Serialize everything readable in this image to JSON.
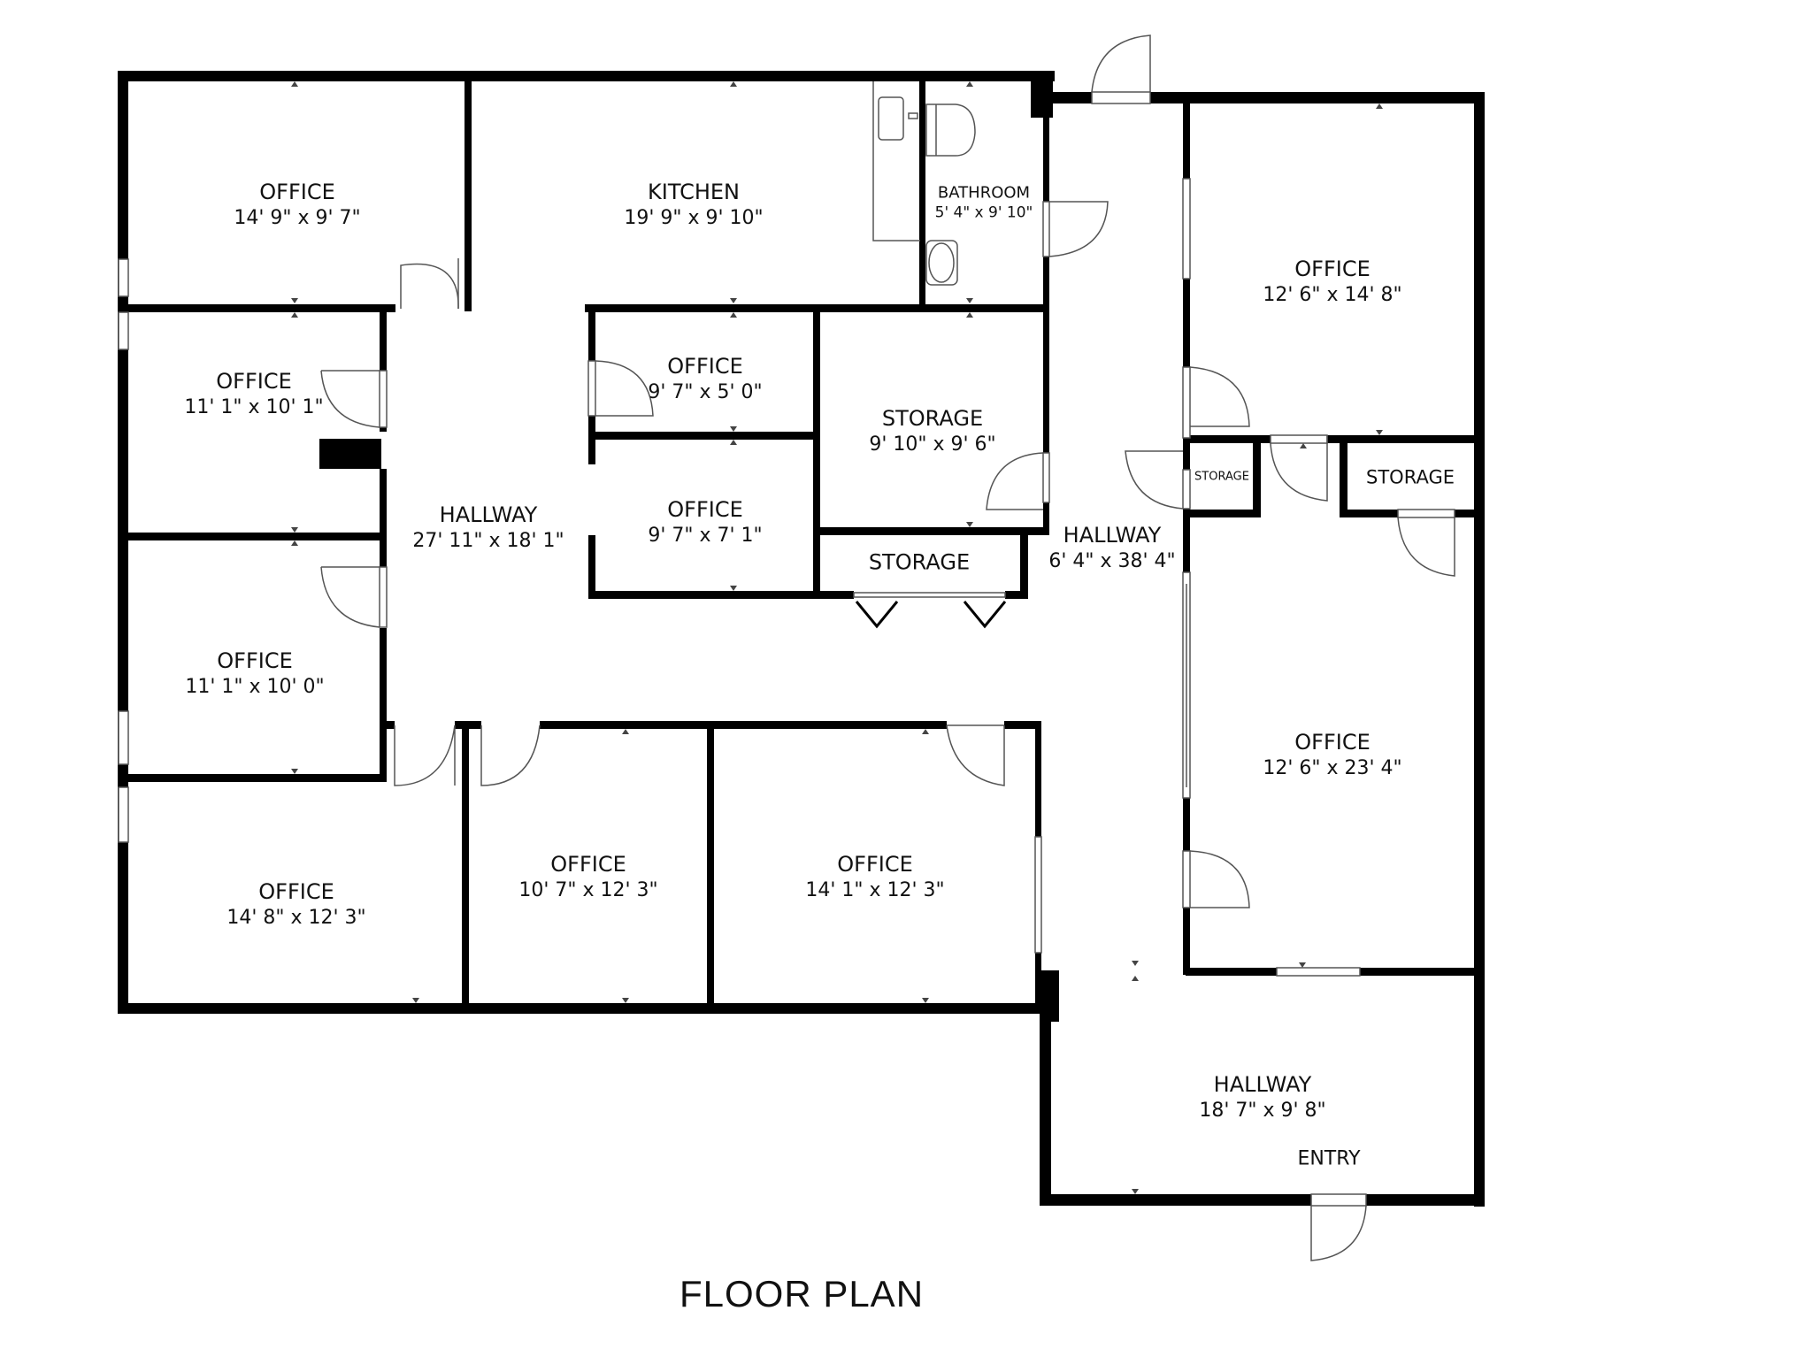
{
  "title": "FLOOR PLAN",
  "rooms": [
    {
      "name": "OFFICE",
      "dims": "14' 9\" x 9' 7\""
    },
    {
      "name": "KITCHEN",
      "dims": "19' 9\" x 9' 10\""
    },
    {
      "name": "BATHROOM",
      "dims": "5' 4\" x 9' 10\""
    },
    {
      "name": "OFFICE",
      "dims": "12' 6\" x 14' 8\""
    },
    {
      "name": "OFFICE",
      "dims": "11' 1\" x 10' 1\""
    },
    {
      "name": "OFFICE",
      "dims": "9' 7\" x 5' 0\""
    },
    {
      "name": "STORAGE",
      "dims": "9' 10\" x 9' 6\""
    },
    {
      "name": "HALLWAY",
      "dims": "27' 11\" x 18' 1\""
    },
    {
      "name": "OFFICE",
      "dims": "9' 7\" x 7' 1\""
    },
    {
      "name": "STORAGE",
      "dims": ""
    },
    {
      "name": "HALLWAY",
      "dims": "6' 4\" x 38' 4\""
    },
    {
      "name": "STORAGE",
      "dims": ""
    },
    {
      "name": "STORAGE",
      "dims": ""
    },
    {
      "name": "OFFICE",
      "dims": "11' 1\" x 10' 0\""
    },
    {
      "name": "OFFICE",
      "dims": "12' 6\" x 23' 4\""
    },
    {
      "name": "OFFICE",
      "dims": "14' 8\" x 12' 3\""
    },
    {
      "name": "OFFICE",
      "dims": "10' 7\" x 12' 3\""
    },
    {
      "name": "OFFICE",
      "dims": "14' 1\" x 12' 3\""
    },
    {
      "name": "HALLWAY",
      "dims": "18' 7\" x 9' 8\""
    },
    {
      "name": "ENTRY",
      "dims": ""
    }
  ],
  "colors": {
    "wall": "#000000",
    "background": "#ffffff",
    "door_line": "#555555"
  }
}
